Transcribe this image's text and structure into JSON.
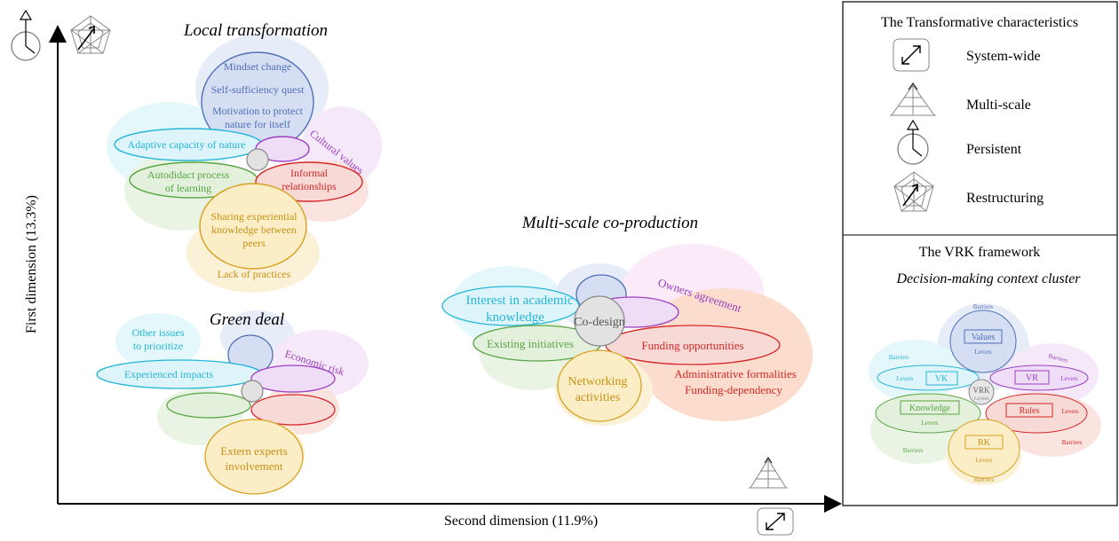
{
  "axes": {
    "x_label": "Second dimension (11.9%)",
    "y_label": "First dimension (13.3%)"
  },
  "clusters": {
    "local": {
      "title": "Local transformation",
      "values": [
        "Mindset change",
        "Self-sufficiency quest",
        "Motivation to protect",
        "nature for itself"
      ],
      "vk": "Adaptive capacity of nature",
      "vr": "Cultural values",
      "knowledge": [
        "Autodidact process",
        "of learning"
      ],
      "rules": [
        "Informal",
        "relationships"
      ],
      "rk": [
        "Sharing experiential",
        "knowledge between",
        "peers"
      ],
      "rk_barrier": "Lack of practices"
    },
    "multi": {
      "title": "Multi-scale co-production",
      "center": "Co-design",
      "vk": [
        "Interest in academic",
        "knowledge"
      ],
      "vr": "Owners agreement",
      "knowledge": "Existing initiatives",
      "rules": "Funding opportunities",
      "rules_barrier": [
        "Administrative formalities",
        "Funding-dependency"
      ],
      "rk": [
        "Networking",
        "activities"
      ]
    },
    "green": {
      "title": "Green deal",
      "vk_barrier": [
        "Other issues",
        "to prioritize"
      ],
      "vk": "Experienced impacts",
      "vr": "Economic risk",
      "rk": [
        "Extern experts",
        "involvement"
      ]
    }
  },
  "legend": {
    "char_title": "The Transformative characteristics",
    "chars": [
      {
        "label": "System-wide",
        "icon": "system-wide-icon"
      },
      {
        "label": "Multi-scale",
        "icon": "multi-scale-icon"
      },
      {
        "label": "Persistent",
        "icon": "persistent-icon"
      },
      {
        "label": "Restructuring",
        "icon": "restructuring-icon"
      }
    ],
    "vrk_title": "The VRK framework",
    "vrk_subtitle": "Decision-making context cluster",
    "vrk": {
      "barriers": "Barriers",
      "levers": "Levers",
      "values": "Values",
      "vk": "VK",
      "vr": "VR",
      "vrk": "VRK",
      "knowledge": "Knowledge",
      "rules": "Rules",
      "rk": "RK"
    }
  },
  "colors": {
    "values": "#4f6fb5",
    "vk": "#25b6d8",
    "vr": "#9a3fc0",
    "knowledge": "#5aa545",
    "rules": "#d42828",
    "rk": "#d8a020",
    "grey": "#888888"
  }
}
